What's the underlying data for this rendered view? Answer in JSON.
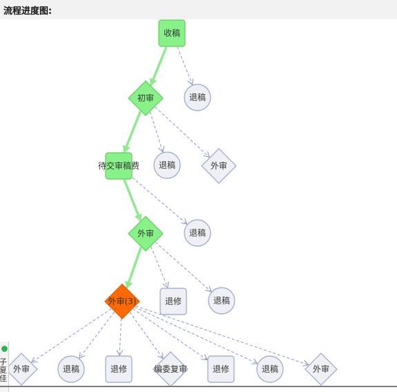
{
  "header": {
    "title": "流程进度图:"
  },
  "colors": {
    "done_fill": "#88f188",
    "done_stroke": "#5ccd5c",
    "current_fill": "#ff6a00",
    "current_stroke": "#e05a00",
    "pending_fill": "#eef0f5",
    "pending_stroke": "#98a6c4",
    "active_edge": "#8fe98f",
    "dashed_edge": "#8593c9"
  },
  "nodes": [
    {
      "id": "n1",
      "label": "收稿",
      "shape": "rect",
      "status": "done"
    },
    {
      "id": "n2",
      "label": "退稿",
      "shape": "circle",
      "status": "pending"
    },
    {
      "id": "n3",
      "label": "初审",
      "shape": "diamond",
      "status": "done"
    },
    {
      "id": "n4",
      "label": "退稿",
      "shape": "circle",
      "status": "pending"
    },
    {
      "id": "n5",
      "label": "外审",
      "shape": "diamond",
      "status": "pending"
    },
    {
      "id": "n6",
      "label": "待交审稿费",
      "shape": "rect",
      "status": "done"
    },
    {
      "id": "n7",
      "label": "退稿",
      "shape": "circle",
      "status": "pending"
    },
    {
      "id": "n8",
      "label": "外审",
      "shape": "diamond",
      "status": "done"
    },
    {
      "id": "n9",
      "label": "退修",
      "shape": "rect",
      "status": "pending"
    },
    {
      "id": "n10",
      "label": "退稿",
      "shape": "circle",
      "status": "pending"
    },
    {
      "id": "n11",
      "label": "外审(3)",
      "shape": "diamond",
      "status": "current"
    },
    {
      "id": "n12",
      "label": "外审",
      "shape": "diamond",
      "status": "pending"
    },
    {
      "id": "n13",
      "label": "退稿",
      "shape": "circle",
      "status": "pending"
    },
    {
      "id": "n14",
      "label": "退修",
      "shape": "rect",
      "status": "pending"
    },
    {
      "id": "n15",
      "label": "编委复审",
      "shape": "diamond",
      "status": "pending"
    },
    {
      "id": "n16",
      "label": "退修",
      "shape": "rect",
      "status": "pending"
    },
    {
      "id": "n17",
      "label": "退稿",
      "shape": "circle",
      "status": "pending"
    },
    {
      "id": "n18",
      "label": "外审",
      "shape": "diamond",
      "status": "pending"
    }
  ],
  "edges": [
    {
      "from": "n1",
      "to": "n3",
      "style": "active"
    },
    {
      "from": "n1",
      "to": "n2",
      "style": "dashed"
    },
    {
      "from": "n3",
      "to": "n6",
      "style": "active"
    },
    {
      "from": "n3",
      "to": "n4",
      "style": "dashed"
    },
    {
      "from": "n3",
      "to": "n5",
      "style": "dashed"
    },
    {
      "from": "n6",
      "to": "n8",
      "style": "active"
    },
    {
      "from": "n6",
      "to": "n7",
      "style": "dashed"
    },
    {
      "from": "n8",
      "to": "n11",
      "style": "active"
    },
    {
      "from": "n8",
      "to": "n9",
      "style": "dashed"
    },
    {
      "from": "n8",
      "to": "n10",
      "style": "dashed"
    },
    {
      "from": "n11",
      "to": "n12",
      "style": "dashed"
    },
    {
      "from": "n11",
      "to": "n13",
      "style": "dashed"
    },
    {
      "from": "n11",
      "to": "n14",
      "style": "dashed"
    },
    {
      "from": "n11",
      "to": "n15",
      "style": "dashed"
    },
    {
      "from": "n11",
      "to": "n16",
      "style": "dashed"
    },
    {
      "from": "n11",
      "to": "n17",
      "style": "dashed"
    },
    {
      "from": "n11",
      "to": "n18",
      "style": "dashed"
    }
  ],
  "side_panel": {
    "text": "子夏佳"
  }
}
